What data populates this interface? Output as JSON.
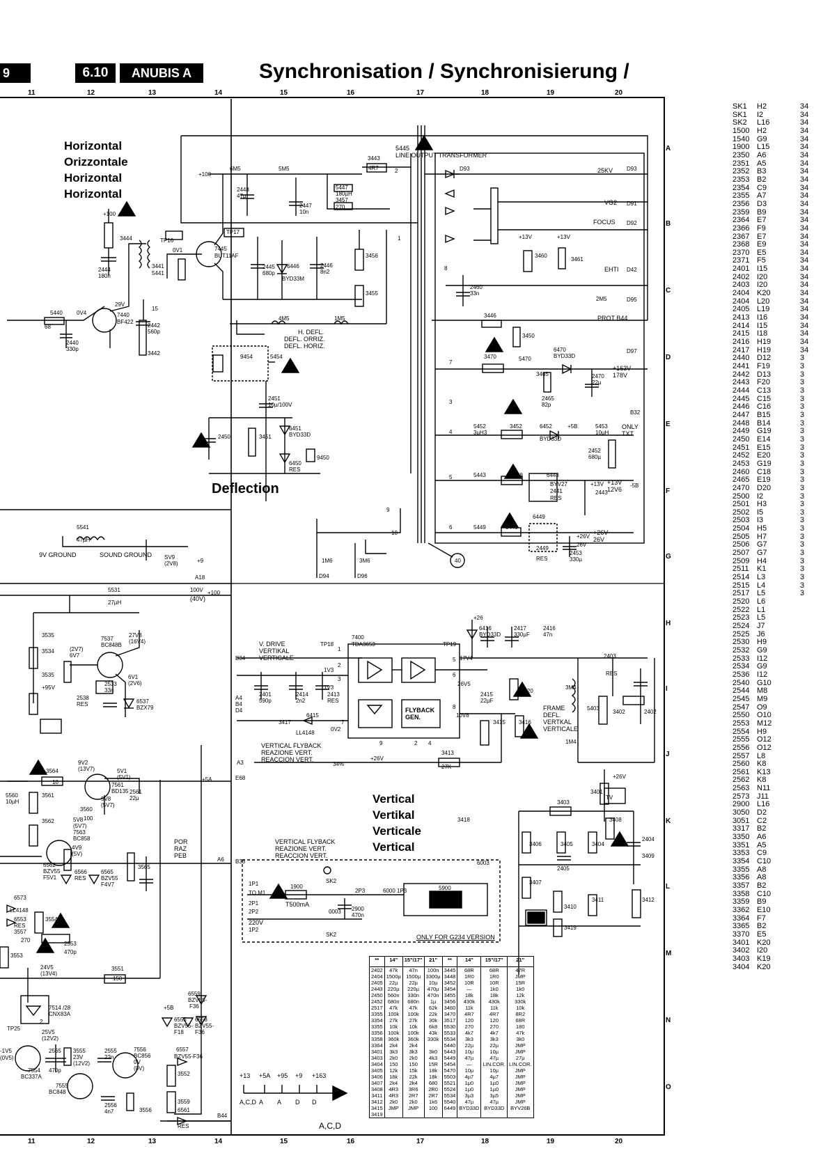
{
  "header": {
    "page_fragment": "9",
    "section_number": "6.10",
    "chassis": "ANUBIS A",
    "title": "Synchronisation / Synchronisierung /"
  },
  "grid_columns": [
    "11",
    "12",
    "13",
    "14",
    "15",
    "16",
    "17",
    "18",
    "19",
    "20"
  ],
  "grid_rows": [
    "A",
    "B",
    "C",
    "D",
    "E",
    "F",
    "G",
    "H",
    "I",
    "J",
    "K",
    "L",
    "M",
    "N",
    "O"
  ],
  "sections": {
    "horizontal": [
      "Horizontal",
      "Orizzontale",
      "Horizontal",
      "Horizontal"
    ],
    "deflection": "Deflection",
    "vertical": [
      "Vertical",
      "Vertikal",
      "Verticale",
      "Vertical"
    ]
  },
  "labels": {
    "line_output_transformer": "LINE OUTPUT TRANSFORMER",
    "lot_ref": "5445",
    "hv": "25KV",
    "vg2": "VG2",
    "focus": "FOCUS",
    "ehti": "EHTI",
    "prot": "PROT B44",
    "plus163": "+163V",
    "v178": "178V",
    "only_txt": "ONLY TXT",
    "v13": "+13V",
    "v12_6": "12V6",
    "v26": "+26V",
    "v26b": "26V",
    "h_defl": "H. DEFL.",
    "defl_orriz": "DEFL. ORRIZ.",
    "defl_horiz": "DEFL. HORIZ.",
    "transistor_h": "7445",
    "transistor_h_type": "BUT11AF",
    "driver": "7440",
    "driver_type": "BF422",
    "sv_ground": "9V GROUND",
    "sound_ground": "SOUND GROUND",
    "choke": "5541",
    "choke_val": "47µH",
    "plus100": "+100",
    "v100": "100V",
    "v40": "(40V)",
    "v_drive": "V. DRIVE",
    "vertikal_verticale": "VERTIKAL VERTICALE",
    "ic_vert": "7400",
    "ic_vert_type": "TDA3653",
    "flyback_gen": "FLYBACK GEN.",
    "vertical_flyback": "VERTICAL FLYBACK",
    "reazione_vert": "REAZIONE VERT.",
    "reaccion_vert": "REACCION VERT.",
    "frame_defl": "FRAME DEFL. VERTKAL VERTICALE",
    "por_raz_peb": "POR RAZ PEB",
    "only_g234": "ONLY FOR G234 VERSION",
    "fuse": "T500mA",
    "v220": "220V",
    "optocoupler": "7514 /28 CNX83A",
    "acd": "A,C,D",
    "bottom_rails": [
      "+13",
      "+5A",
      "+95",
      "+9",
      "+163"
    ],
    "bottom_rails_to": [
      "A,C,D",
      "A",
      "A",
      "D",
      "D"
    ]
  },
  "component_table": {
    "headers": [
      "**",
      "14\"",
      "15\"/17\"",
      "21\"",
      "**",
      "14\"",
      "15\"/17\"",
      "21\""
    ],
    "left_refs": [
      "2402",
      "2404",
      "2405",
      "2443",
      "2450",
      "2452",
      "2517",
      "3355",
      "3354",
      "3355",
      "3356",
      "3358",
      "3364",
      "3401",
      "3403",
      "3404",
      "3405",
      "3406",
      "3407",
      "3408",
      "3411",
      "3412",
      "3415",
      "3419"
    ],
    "left_14": [
      "47k",
      "1500µ",
      "22µ",
      "220µ",
      "560n",
      "680n",
      "47k",
      "100k",
      "27k",
      "10k",
      "100k",
      "360k",
      "2k4",
      "3k3",
      "2k0",
      "150",
      "12k",
      "18k",
      "2k4",
      "4R3",
      "4R3",
      "2k0",
      "JMP",
      ""
    ],
    "left_1517": [
      "47n",
      "1500µ",
      "22µ",
      "220µ",
      "330n",
      "680n",
      "47k",
      "100k",
      "27k",
      "10k",
      "100k",
      "360k",
      "2k4",
      "3k3",
      "2k0",
      "150",
      "15k",
      "22k",
      "2k4",
      "3R6",
      "2R7",
      "2k0",
      "JMP",
      ""
    ],
    "left_21": [
      "100n",
      "3300µ",
      "10µ",
      "470µ",
      "470n",
      "1µ",
      "62k",
      "22k",
      "30k",
      "6k8",
      "43k",
      "330k",
      "",
      "3k0",
      "4k3",
      "15R",
      "18k",
      "18k",
      "680",
      "2R0",
      "2R7",
      "1k6",
      "100",
      ""
    ],
    "right_refs": [
      "3445",
      "3448",
      "3452",
      "3454",
      "3455",
      "3456",
      "3460",
      "3470",
      "3517",
      "5530",
      "5533",
      "5534",
      "5440",
      "5443",
      "5449",
      "5454",
      "5470",
      "5503",
      "5521",
      "5524",
      "5534",
      "5540",
      "6449",
      ""
    ],
    "right_14": [
      "68R",
      "1R0",
      "10R",
      "—",
      "18k",
      "430k",
      "11k",
      "4R7",
      "120",
      "270",
      "4k7",
      "3k3",
      "22µ",
      "10µ",
      "47µ",
      "—",
      "10µ",
      "4µ7",
      "1µ0",
      "1µ0",
      "3µ3",
      "47µ",
      "BYD33D",
      ""
    ],
    "right_1517": [
      "68R",
      "1R0",
      "10R",
      "1k0",
      "18k",
      "430k",
      "11k",
      "4R7",
      "120",
      "270",
      "4k7",
      "3k3",
      "22µ",
      "10µ",
      "47µ",
      "LIN.COR.",
      "10µ",
      "4µ7",
      "1µ0",
      "1µ0",
      "3µ5",
      "47µ",
      "BYD33D",
      ""
    ],
    "right_21": [
      "47R",
      "JMP",
      "15R",
      "1k0",
      "12k",
      "330k",
      "10k",
      "8R2",
      "68R",
      "180",
      "47k",
      "3k0",
      "JMP",
      "JMP",
      "27µ",
      "LIN.COR.",
      "JMP",
      "JMP",
      "JMP",
      "JMP",
      "JMP",
      "JMP",
      "BYV26B",
      ""
    ]
  },
  "position_list": [
    [
      "SK1",
      "H2",
      "34"
    ],
    [
      "SK1",
      "I2",
      "34"
    ],
    [
      "SK2",
      "L16",
      "34"
    ],
    [
      "1500",
      "H2",
      "34"
    ],
    [
      "1540",
      "G9",
      "34"
    ],
    [
      "1900",
      "L15",
      "34"
    ],
    [
      "2350",
      "A6",
      "34"
    ],
    [
      "2351",
      "A5",
      "34"
    ],
    [
      "2352",
      "B3",
      "34"
    ],
    [
      "2353",
      "B2",
      "34"
    ],
    [
      "2354",
      "C9",
      "34"
    ],
    [
      "2355",
      "A7",
      "34"
    ],
    [
      "2356",
      "D3",
      "34"
    ],
    [
      "2359",
      "B9",
      "34"
    ],
    [
      "2364",
      "E7",
      "34"
    ],
    [
      "2366",
      "F9",
      "34"
    ],
    [
      "2367",
      "E7",
      "34"
    ],
    [
      "2368",
      "E9",
      "34"
    ],
    [
      "2370",
      "E5",
      "34"
    ],
    [
      "2371",
      "F5",
      "34"
    ],
    [
      "2401",
      "I15",
      "34"
    ],
    [
      "2402",
      "I20",
      "34"
    ],
    [
      "2403",
      "I20",
      "34"
    ],
    [
      "2404",
      "K20",
      "34"
    ],
    [
      "2404",
      "L20",
      "34"
    ],
    [
      "2405",
      "L19",
      "34"
    ],
    [
      "2413",
      "I16",
      "34"
    ],
    [
      "2414",
      "I15",
      "34"
    ],
    [
      "2415",
      "I18",
      "34"
    ],
    [
      "2416",
      "H19",
      "34"
    ],
    [
      "2417",
      "H19",
      "34"
    ],
    [
      "2440",
      "D12",
      "3"
    ],
    [
      "2441",
      "F19",
      "3"
    ],
    [
      "2442",
      "D13",
      "3"
    ],
    [
      "2443",
      "F20",
      "3"
    ],
    [
      "2444",
      "C13",
      "3"
    ],
    [
      "2445",
      "C15",
      "3"
    ],
    [
      "2446",
      "C16",
      "3"
    ],
    [
      "2447",
      "B15",
      "3"
    ],
    [
      "2448",
      "B14",
      "3"
    ],
    [
      "2449",
      "G19",
      "3"
    ],
    [
      "2450",
      "E14",
      "3"
    ],
    [
      "2451",
      "E15",
      "3"
    ],
    [
      "2452",
      "E20",
      "3"
    ],
    [
      "2453",
      "G19",
      "3"
    ],
    [
      "2460",
      "C18",
      "3"
    ],
    [
      "2465",
      "E19",
      "3"
    ],
    [
      "2470",
      "D20",
      "3"
    ],
    [
      "2500",
      "I2",
      "3"
    ],
    [
      "2501",
      "H3",
      "3"
    ],
    [
      "2502",
      "I5",
      "3"
    ],
    [
      "2503",
      "I3",
      "3"
    ],
    [
      "2504",
      "H5",
      "3"
    ],
    [
      "2505",
      "H7",
      "3"
    ],
    [
      "2506",
      "G7",
      "3"
    ],
    [
      "2507",
      "G7",
      "3"
    ],
    [
      "2509",
      "H4",
      "3"
    ],
    [
      "2511",
      "K1",
      "3"
    ],
    [
      "2514",
      "L3",
      "3"
    ],
    [
      "2515",
      "L4",
      "3"
    ],
    [
      "2517",
      "L5",
      "3"
    ],
    [
      "2520",
      "L6",
      ""
    ],
    [
      "2522",
      "L1",
      ""
    ],
    [
      "2523",
      "L5",
      ""
    ],
    [
      "2524",
      "J7",
      ""
    ],
    [
      "2525",
      "J6",
      ""
    ],
    [
      "2530",
      "H9",
      ""
    ],
    [
      "2532",
      "G9",
      ""
    ],
    [
      "2533",
      "I12",
      ""
    ],
    [
      "2534",
      "G9",
      ""
    ],
    [
      "2536",
      "I12",
      ""
    ],
    [
      "2540",
      "G10",
      ""
    ],
    [
      "2544",
      "M8",
      ""
    ],
    [
      "2545",
      "M9",
      ""
    ],
    [
      "2547",
      "O9",
      ""
    ],
    [
      "2550",
      "O10",
      ""
    ],
    [
      "2553",
      "M12",
      ""
    ],
    [
      "2554",
      "H9",
      ""
    ],
    [
      "2555",
      "O12",
      ""
    ],
    [
      "2556",
      "O12",
      ""
    ],
    [
      "2557",
      "L8",
      ""
    ],
    [
      "2560",
      "K8",
      ""
    ],
    [
      "2561",
      "K13",
      ""
    ],
    [
      "2562",
      "K8",
      ""
    ],
    [
      "2563",
      "N11",
      ""
    ],
    [
      "2573",
      "J11",
      ""
    ],
    [
      "2900",
      "L16",
      ""
    ],
    [
      "3050",
      "D2",
      ""
    ],
    [
      "3051",
      "C2",
      ""
    ],
    [
      "3317",
      "B2",
      ""
    ],
    [
      "3350",
      "A6",
      ""
    ],
    [
      "3351",
      "A5",
      ""
    ],
    [
      "3353",
      "C9",
      ""
    ],
    [
      "3354",
      "C10",
      ""
    ],
    [
      "3355",
      "A8",
      ""
    ],
    [
      "3356",
      "A8",
      ""
    ],
    [
      "3357",
      "B2",
      ""
    ],
    [
      "3358",
      "C10",
      ""
    ],
    [
      "3359",
      "B9",
      ""
    ],
    [
      "3362",
      "E10",
      ""
    ],
    [
      "3364",
      "F7",
      ""
    ],
    [
      "3365",
      "B2",
      ""
    ],
    [
      "3370",
      "E5",
      ""
    ],
    [
      "3401",
      "K20",
      ""
    ],
    [
      "3402",
      "I20",
      ""
    ],
    [
      "3403",
      "K19",
      ""
    ],
    [
      "3404",
      "K20",
      ""
    ]
  ],
  "colors": {
    "ink": "#000000",
    "paper": "#ffffff"
  }
}
